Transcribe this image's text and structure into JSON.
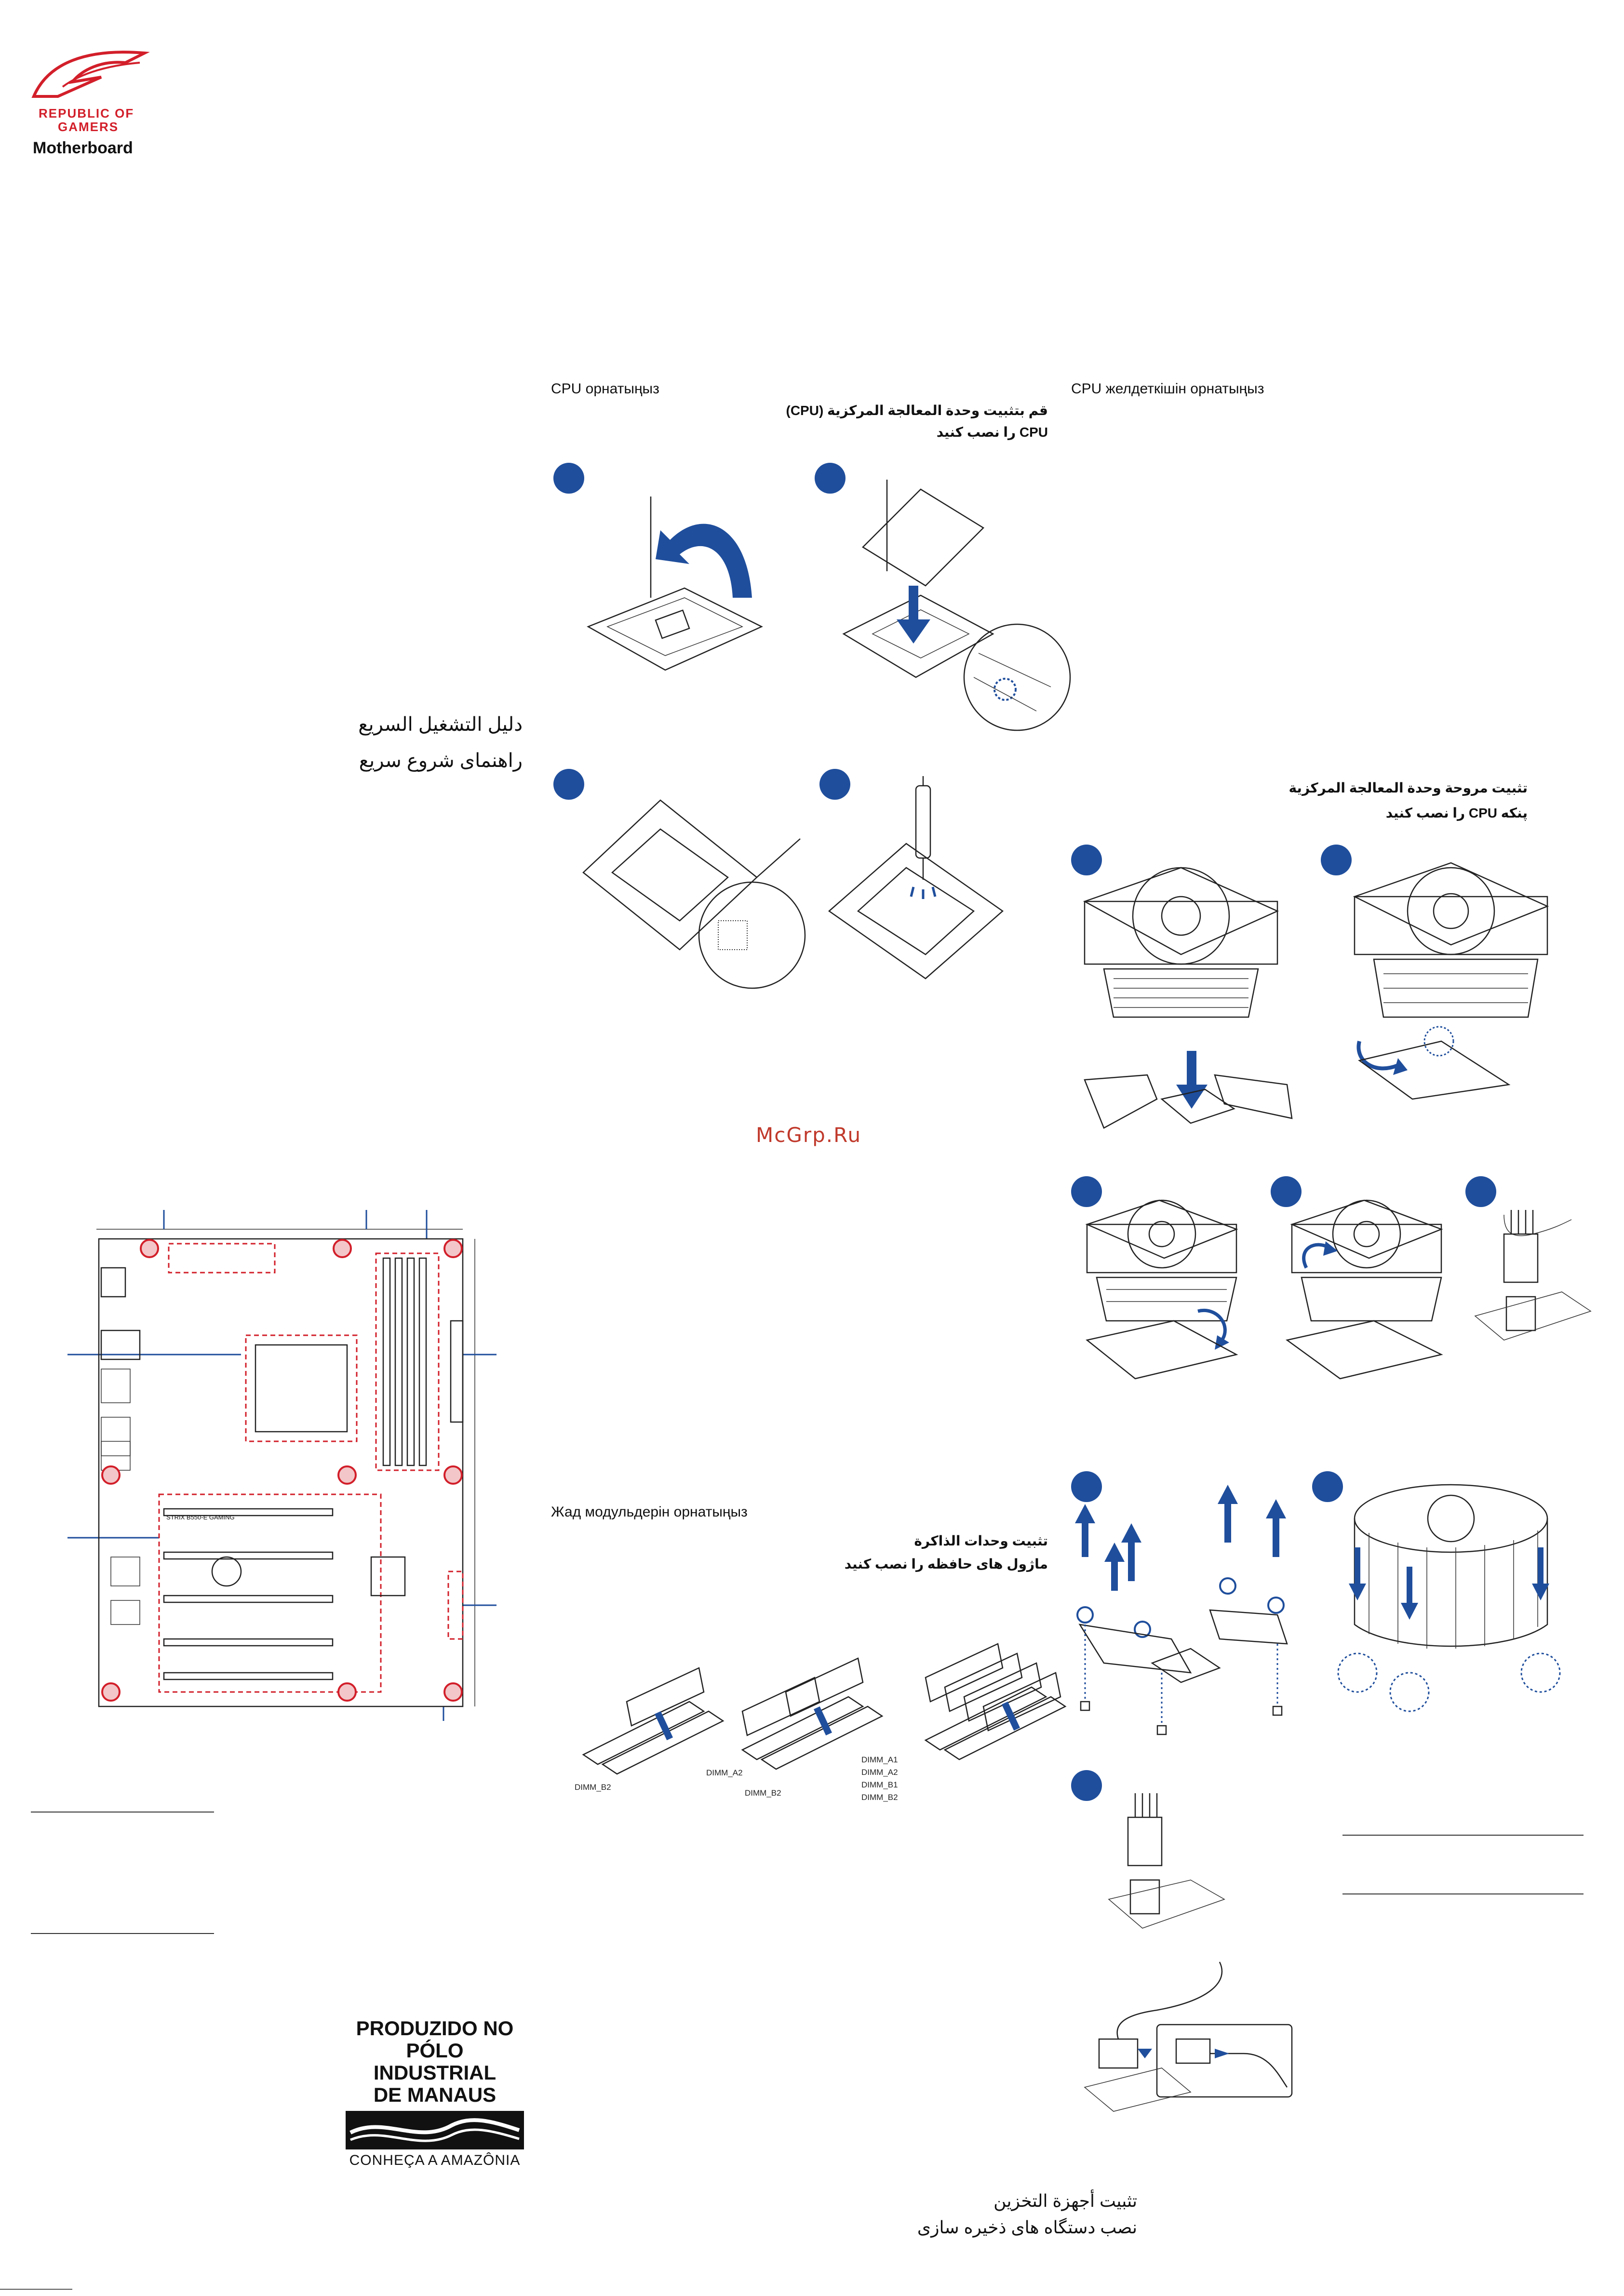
{
  "brand": {
    "line1": "REPUBLIC OF",
    "line2": "GAMERS",
    "product": "Motherboard",
    "brand_color": "#d21f2a"
  },
  "guide_title": {
    "arabic": "دليل التشغيل السريع",
    "persian": "راهنمای شروع سریع"
  },
  "cpu_install": {
    "kazakh": "CPU орнатыңыз",
    "arabic": "قم بتثبيت وحدة المعالجة المركزية (CPU)",
    "persian": "CPU را نصب كنيد"
  },
  "cooler_install": {
    "kazakh": "CPU желдеткішін орнатыңыз",
    "arabic": "تثبيت مروحة وحدة المعالجة المركزية",
    "persian": "پنكه CPU را نصب كنيد"
  },
  "memory_install": {
    "kazakh": "Жад модульдерін орнатыңыз",
    "arabic": "تثبيت وحدات الذاكرة",
    "persian": "ماژول های حافظه را نصب كنيد",
    "dimm_labels": [
      "DIMM_B2",
      "DIMM_A2",
      "DIMM_B2",
      "DIMM_A1",
      "DIMM_A2",
      "DIMM_B1",
      "DIMM_B2"
    ]
  },
  "storage_install": {
    "arabic": "تثبيت أجهزة التخزين",
    "persian": "نصب دستگاه های ذخیره سازی"
  },
  "board": {
    "model_label": "STRIX B550-E GAMING"
  },
  "watermark": "McGrp.Ru",
  "manaus": {
    "line1": "PRODUZIDO NO",
    "line2": "PÓLO INDUSTRIAL",
    "line3": "DE MANAUS",
    "tagline": "CONHEÇA A AMAZÔNIA"
  },
  "accent_color": "#1f4e9c"
}
